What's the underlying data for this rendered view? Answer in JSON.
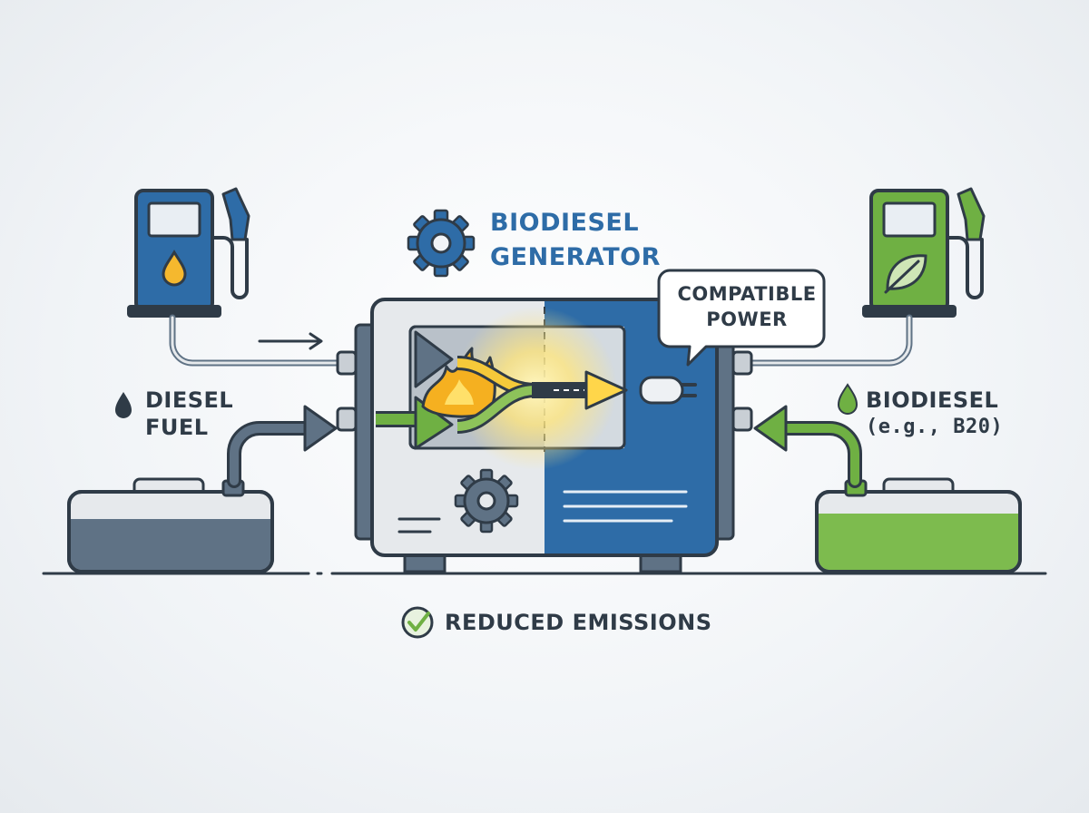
{
  "title": {
    "line1": "BIODIESEL",
    "line2": "GENERATOR"
  },
  "bubble": {
    "line1": "COMPATIBLE",
    "line2": "POWER"
  },
  "diesel": {
    "line1": "DIESEL",
    "line2": "FUEL"
  },
  "biodiesel": {
    "line1": "BIODIESEL",
    "line2": "(e.g., B20)"
  },
  "footer": {
    "text": "REDUCED EMISSIONS"
  },
  "colors": {
    "blue": "#2e6ca7",
    "green": "#6fb043",
    "dark": "#2f3b47",
    "slate": "#5f7285",
    "panel_light": "#e6e9ec",
    "flame": "#f5b020"
  },
  "icons": [
    "gear-icon",
    "fuel-pump-icon",
    "leaf-icon",
    "droplet-icon",
    "plug-icon",
    "check-circle-icon",
    "flame-icon"
  ]
}
